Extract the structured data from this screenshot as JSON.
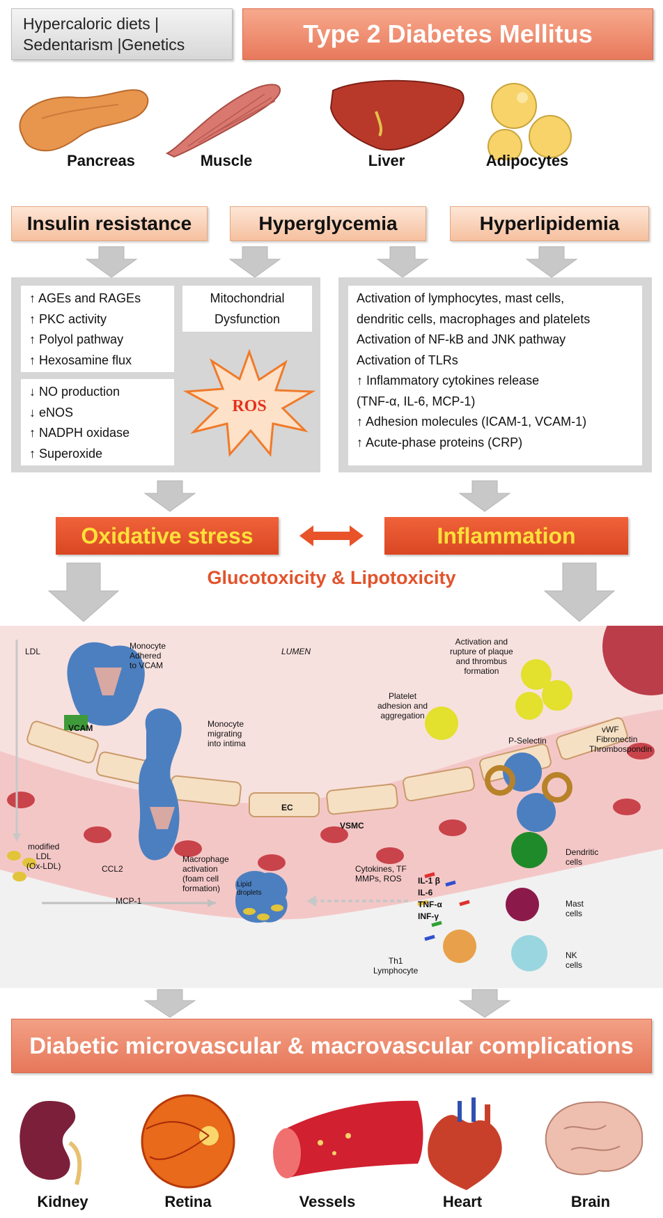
{
  "risk_factors": {
    "line1": "Hypercaloric diets  |",
    "line2": "Sedentarism  |Genetics"
  },
  "title": "Type 2 Diabetes Mellitus",
  "organs": [
    "Pancreas",
    "Muscle",
    "Liver",
    "Adipocytes"
  ],
  "conditions": [
    "Insulin resistance",
    "Hyperglycemia",
    "Hyperlipidemia"
  ],
  "left_box_top": [
    "↑ AGEs and RAGEs",
    "↑ PKC activity",
    "↑ Polyol pathway",
    "↑ Hexosamine flux"
  ],
  "mito": {
    "line1": "Mitochondrial",
    "line2": "Dysfunction"
  },
  "left_box_bottom": [
    "↓ NO production",
    "↓ eNOS",
    "↑ NADPH oxidase",
    "↑ Superoxide"
  ],
  "ros": "ROS",
  "right_box": [
    "Activation of lymphocytes, mast cells,",
    "dendritic cells, macrophages and platelets",
    "Activation of NF-kB and JNK pathway",
    "Activation of TLRs",
    "↑ Inflammatory cytokines release",
    "(TNF-α, IL-6, MCP-1)",
    "↑ Adhesion molecules (ICAM-1, VCAM-1)",
    "↑ Acute-phase proteins (CRP)"
  ],
  "oxidative_stress": "Oxidative stress",
  "inflammation": "Inflammation",
  "toxicity": "Glucotoxicity & Lipotoxicity",
  "vessel_labels": {
    "ldl": "LDL",
    "monocyte_adhered": [
      "Monocyte",
      "Adhered",
      "to VCAM"
    ],
    "vcam": "VCAM",
    "lumen": "LUMEN",
    "activation": [
      "Activation and",
      "rupture of plaque",
      "and thrombus",
      "formation"
    ],
    "platelet": [
      "Platelet",
      "adhesion and",
      "aggregation"
    ],
    "monocyte_migrating": [
      "Monocyte",
      "migrating",
      "into intima"
    ],
    "vwf": "vWF",
    "fibronectin": "Fibronectin",
    "thrombospondin": "Thrombospondin",
    "p_selectin": "P-Selectin",
    "ec": "EC",
    "vsmc": "VSMC",
    "modified_ldl": [
      "modified",
      "LDL",
      "(Ox-LDL)"
    ],
    "ccl2": "CCL2",
    "mcp1": "MCP-1",
    "macrophage": [
      "Macrophage",
      "activation",
      "(foam cell",
      "formation)"
    ],
    "lipid": [
      "Lipid",
      "droplets"
    ],
    "cytokines_tf": [
      "Cytokines, TF",
      "MMPs, ROS"
    ],
    "il_list": [
      "IL-1 β",
      "IL-6",
      "TNF-α",
      "INF-γ"
    ],
    "dendritic": [
      "Dendritic",
      "cells"
    ],
    "mast": [
      "Mast",
      "cells"
    ],
    "nk": [
      "NK",
      "cells"
    ],
    "th1": [
      "Th1",
      "Lymphocyte"
    ]
  },
  "complications": "Diabetic microvascular & macrovascular complications",
  "targets": [
    "Kidney",
    "Retina",
    "Vessels",
    "Heart",
    "Brain"
  ],
  "colors": {
    "orange": "#e2532c",
    "peach": "#f6c09f",
    "salmon": "#e8795c",
    "grey": "#d6d6d6",
    "yellow_text": "#ffe03a"
  }
}
